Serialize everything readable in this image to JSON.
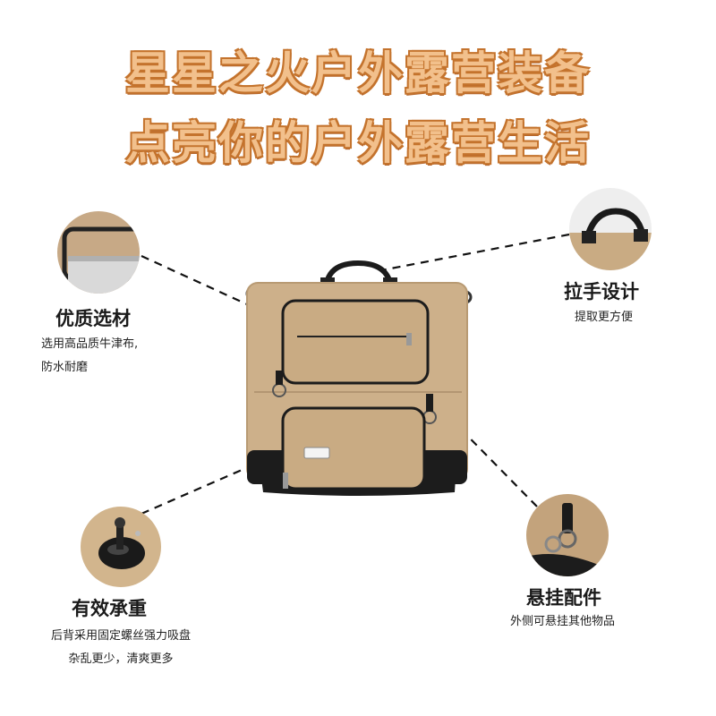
{
  "headline": {
    "line1": "星星之火户外露营装备",
    "line2": "点亮你的户外露营生活"
  },
  "features": {
    "material": {
      "title": "优质选材",
      "desc1": "选用高品质牛津布,",
      "desc2": "防水耐磨"
    },
    "handle": {
      "title": "拉手设计",
      "desc1": "提取更方便"
    },
    "suction": {
      "title": "有效承重",
      "desc1": "后背采用固定螺丝强力吸盘",
      "desc2": "杂乱更少，清爽更多"
    },
    "hanging": {
      "title": "悬挂配件",
      "desc1": "外侧可悬挂其他物品"
    }
  },
  "colors": {
    "headline_fill": "#f2c08c",
    "headline_outline": "#c4732d",
    "bag_khaki": "#cdb08a",
    "bag_trim": "#1c1c1c"
  }
}
